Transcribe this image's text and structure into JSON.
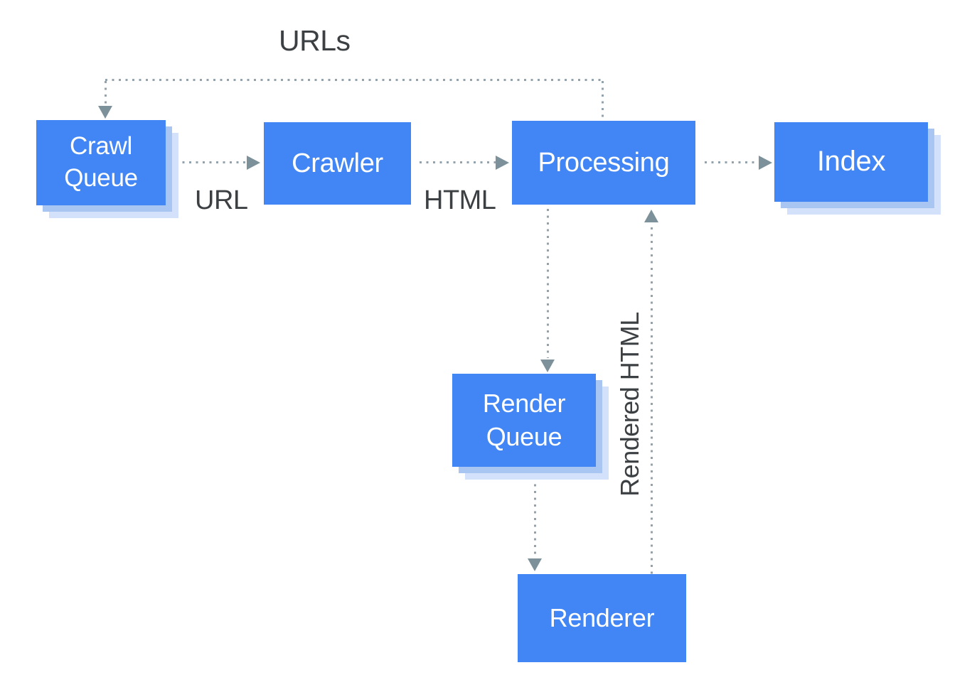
{
  "diagram": {
    "nodes": {
      "crawl_queue": {
        "label": "Crawl Queue"
      },
      "crawler": {
        "label": "Crawler"
      },
      "processing": {
        "label": "Processing"
      },
      "index": {
        "label": "Index"
      },
      "render_queue": {
        "label": "Render Queue"
      },
      "renderer": {
        "label": "Renderer"
      }
    },
    "edge_labels": {
      "urls": "URLs",
      "url": "URL",
      "html": "HTML",
      "rendered_html": "Rendered HTML"
    },
    "edges": [
      {
        "from": "processing",
        "to": "crawl_queue",
        "label": "URLs",
        "style": "dotted"
      },
      {
        "from": "crawl_queue",
        "to": "crawler",
        "label": "URL",
        "style": "dotted"
      },
      {
        "from": "crawler",
        "to": "processing",
        "label": "HTML",
        "style": "dotted"
      },
      {
        "from": "processing",
        "to": "index",
        "label": "",
        "style": "dotted"
      },
      {
        "from": "processing",
        "to": "render_queue",
        "label": "",
        "style": "dotted"
      },
      {
        "from": "render_queue",
        "to": "renderer",
        "label": "",
        "style": "dotted"
      },
      {
        "from": "renderer",
        "to": "processing",
        "label": "Rendered HTML",
        "style": "dotted"
      }
    ],
    "colors": {
      "node_fill": "#4285f4",
      "node_text": "#ffffff",
      "shadow_inner": "#a9c6f2",
      "shadow_outer": "#d3e1fa",
      "edge_dot": "#93a3ad",
      "edge_arrow": "#7d919b",
      "label_text": "#3c4043",
      "background": "#ffffff"
    }
  }
}
